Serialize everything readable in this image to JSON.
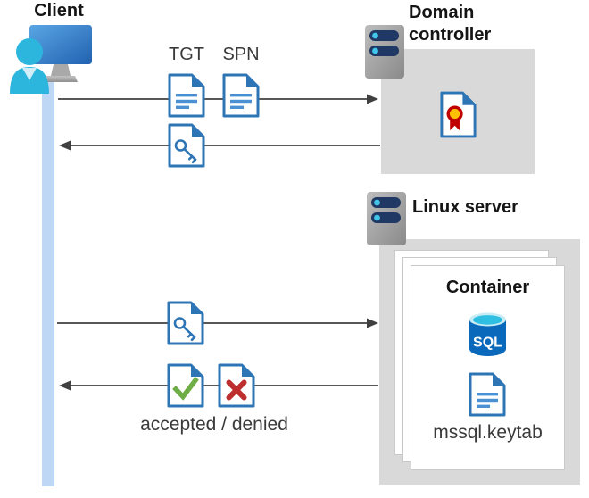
{
  "diagram": {
    "client": {
      "label": "Client",
      "icon": "user-at-monitor-icon"
    },
    "domain_controller": {
      "label": "Domain controller",
      "icons": {
        "machine": "server-icon",
        "inside": "certificate-document-icon"
      }
    },
    "linux_server": {
      "label": "Linux server",
      "icon": "server-icon"
    },
    "container": {
      "label": "Container",
      "sql_label": "SQL",
      "keytab_label": "mssql.keytab",
      "icons": {
        "database": "sql-database-icon",
        "keytab": "document-icon"
      }
    },
    "flows": {
      "tgt_label": "TGT",
      "spn_label": "SPN",
      "accepted_denied_label": "accepted / denied",
      "arrows": [
        {
          "name": "client-to-domain-controller",
          "direction": "right",
          "items": [
            "tgt-document",
            "spn-document"
          ]
        },
        {
          "name": "domain-controller-to-client",
          "direction": "left",
          "items": [
            "key-ticket-document"
          ]
        },
        {
          "name": "client-to-linux-server",
          "direction": "right",
          "items": [
            "key-ticket-document"
          ]
        },
        {
          "name": "linux-server-to-client",
          "direction": "left",
          "items": [
            "accepted-document",
            "denied-document"
          ]
        }
      ]
    },
    "colors": {
      "doc_blue": "#2e75b6",
      "doc_line_blue": "#4a90d2",
      "check_green": "#6fad47",
      "deny_red": "#bf2e2e",
      "cert_yellow": "#ffc000",
      "cert_red": "#c00000",
      "box_gray": "#d9d9d9",
      "server_pill_navy": "#1f3864",
      "server_dot_cyan": "#41c6ea",
      "arrow_gray": "#404040",
      "client_lifeline_blue": "#bed7f5",
      "monitor_blue": "#2f6fbe",
      "person_cyan": "#2db6dd",
      "sql_body_blue": "#0b69bb",
      "sql_top_cyan": "#2fbfe3"
    }
  }
}
